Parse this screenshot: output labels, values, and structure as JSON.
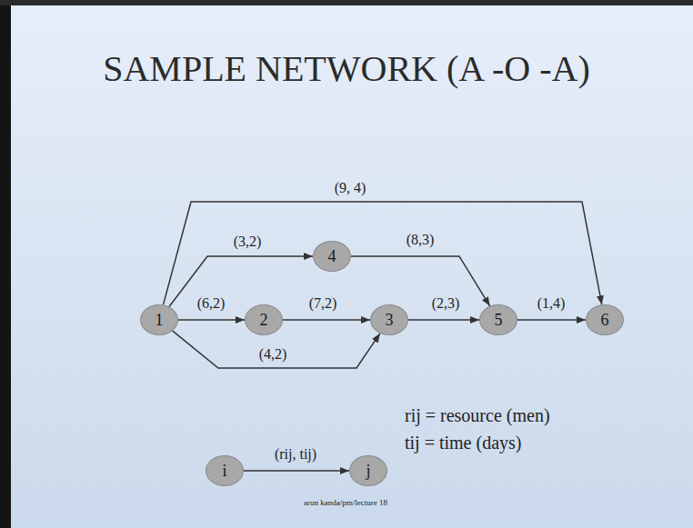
{
  "diagram": {
    "title": "SAMPLE NETWORK (A -O -A)",
    "nodes": [
      {
        "text": [
          "1"
        ]
      },
      {
        "text": [
          "2"
        ]
      },
      {
        "text": [
          "3"
        ]
      },
      {
        "text": [
          "4"
        ]
      },
      {
        "text": [
          "5"
        ]
      },
      {
        "text": [
          "6"
        ]
      },
      {
        "text": [
          "i"
        ]
      },
      {
        "text": [
          "j"
        ]
      }
    ],
    "edges": [
      {
        "from": 0,
        "to": 5,
        "arrow": "to",
        "label": "(9, 4)"
      },
      {
        "from": 0,
        "to": 3,
        "arrow": "to",
        "label": "(3,2)"
      },
      {
        "from": 3,
        "to": 4,
        "arrow": "to",
        "label": "(8,3)"
      },
      {
        "from": 0,
        "to": 1,
        "arrow": "to",
        "label": "(6,2)"
      },
      {
        "from": 1,
        "to": 2,
        "arrow": "to",
        "label": "(7,2)"
      },
      {
        "from": 2,
        "to": 4,
        "arrow": "to",
        "label": "(2,3)"
      },
      {
        "from": 4,
        "to": 5,
        "arrow": "to",
        "label": "(1,4)"
      },
      {
        "from": 0,
        "to": 2,
        "arrow": "to",
        "label": "(4,2)"
      },
      {
        "from": 6,
        "to": 7,
        "arrow": "to",
        "label": "(rij, tij)"
      }
    ],
    "labels": [
      "rij = resource (men)",
      "tij = time (days)",
      "arun kanda/pm/lecture 18"
    ]
  }
}
